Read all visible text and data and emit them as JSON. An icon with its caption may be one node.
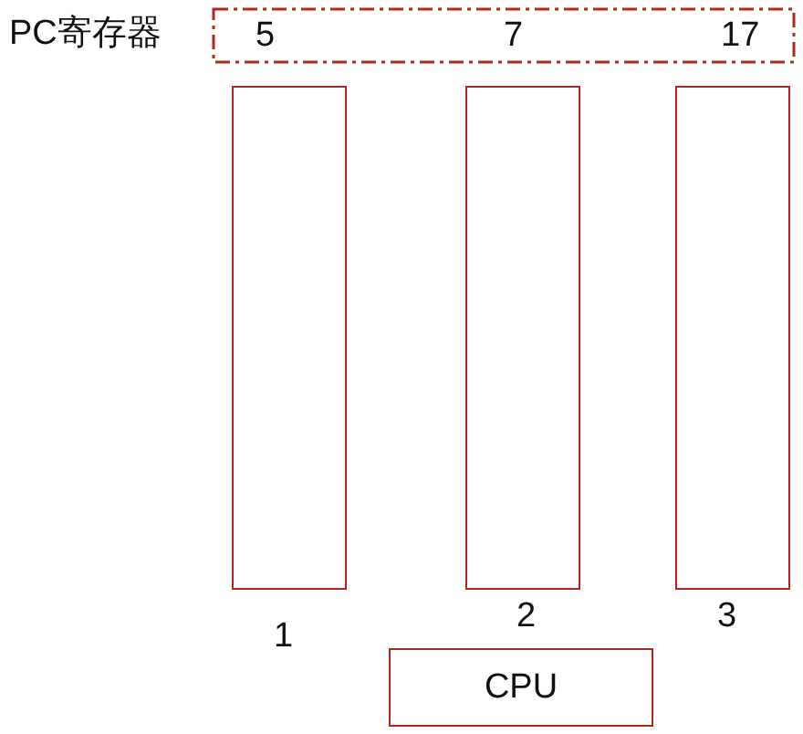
{
  "diagram": {
    "nodes": [
      {
        "text": [
          "PC寄存器",
          "5",
          "7",
          "17"
        ]
      },
      {
        "text": [],
        "shape": "bar",
        "beside": [
          "1"
        ]
      },
      {
        "text": [],
        "shape": "bar",
        "beside": [
          "2"
        ]
      },
      {
        "text": [],
        "shape": "bar",
        "beside": [
          "3"
        ]
      },
      {
        "text": [
          "CPU"
        ]
      }
    ],
    "edges": []
  }
}
